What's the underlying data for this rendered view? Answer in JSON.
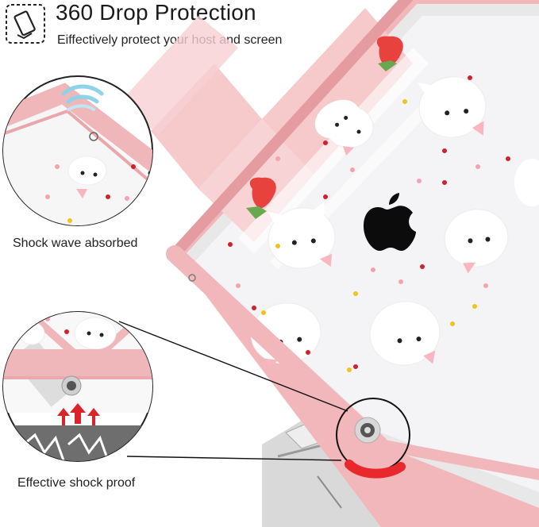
{
  "header": {
    "title": "360 Drop Protection",
    "subtitle": "Eiffectively protect your host and screen",
    "icon": "drop-phone-icon"
  },
  "callouts": [
    {
      "label": "Shock wave absorbed",
      "icon": "shock-wave-icon"
    },
    {
      "label": "Effective shock proof",
      "icon": "impact-arrows-icon"
    }
  ],
  "colors": {
    "case_pink": "#f4c6c8",
    "case_edge": "#eaa9ad",
    "impact_red": "#e8282c",
    "arrow_red": "#d8242a",
    "wave_blue": "#8fd3e8",
    "floor_gray": "#6e6e6e"
  }
}
